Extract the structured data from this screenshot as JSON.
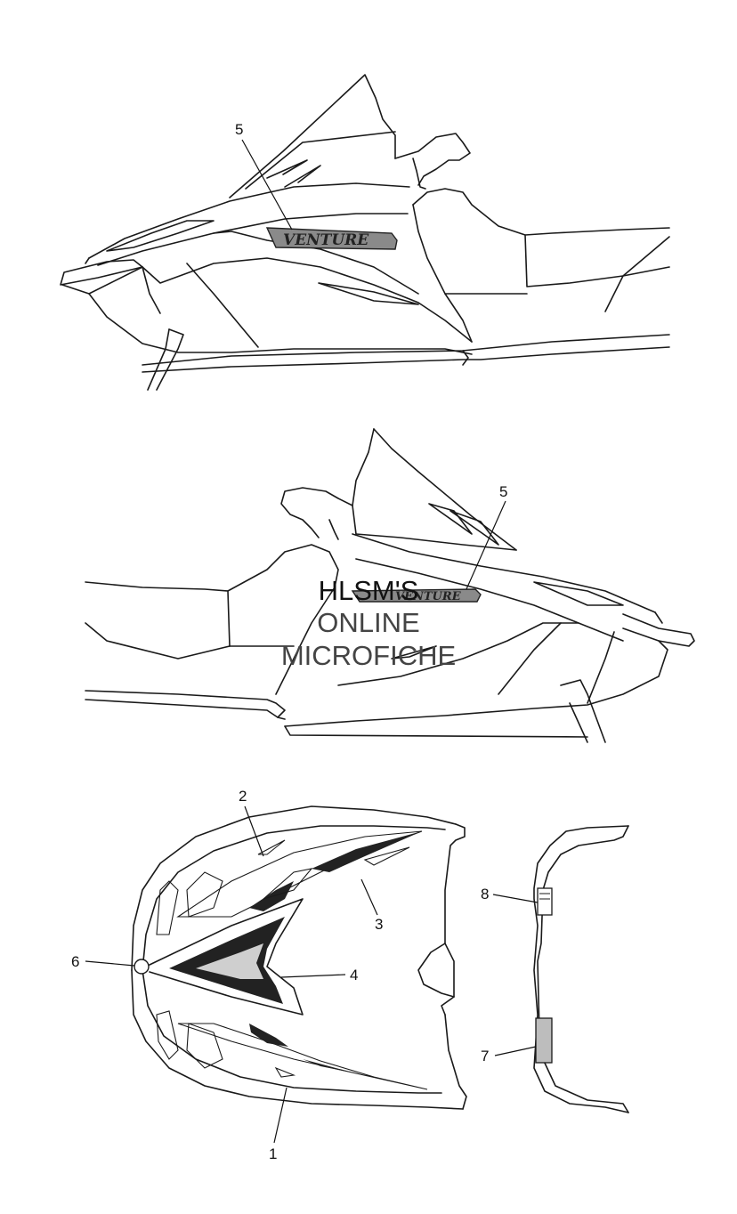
{
  "callouts": {
    "top_side_decal": "5",
    "mid_side_decal": "5",
    "hood_1": "1",
    "hood_2": "2",
    "hood_3": "3",
    "hood_4": "4",
    "hood_6": "6",
    "rear_7": "7",
    "rear_8": "8"
  },
  "decal_text": "VENTURE",
  "watermark": {
    "line1": "HLSM'S",
    "line2": "ONLINE",
    "line3": "MICROFICHE"
  },
  "colors": {
    "line": "#1a1a1a",
    "decal_fill": "#8a8a8a",
    "decal_dark": "#222222"
  }
}
